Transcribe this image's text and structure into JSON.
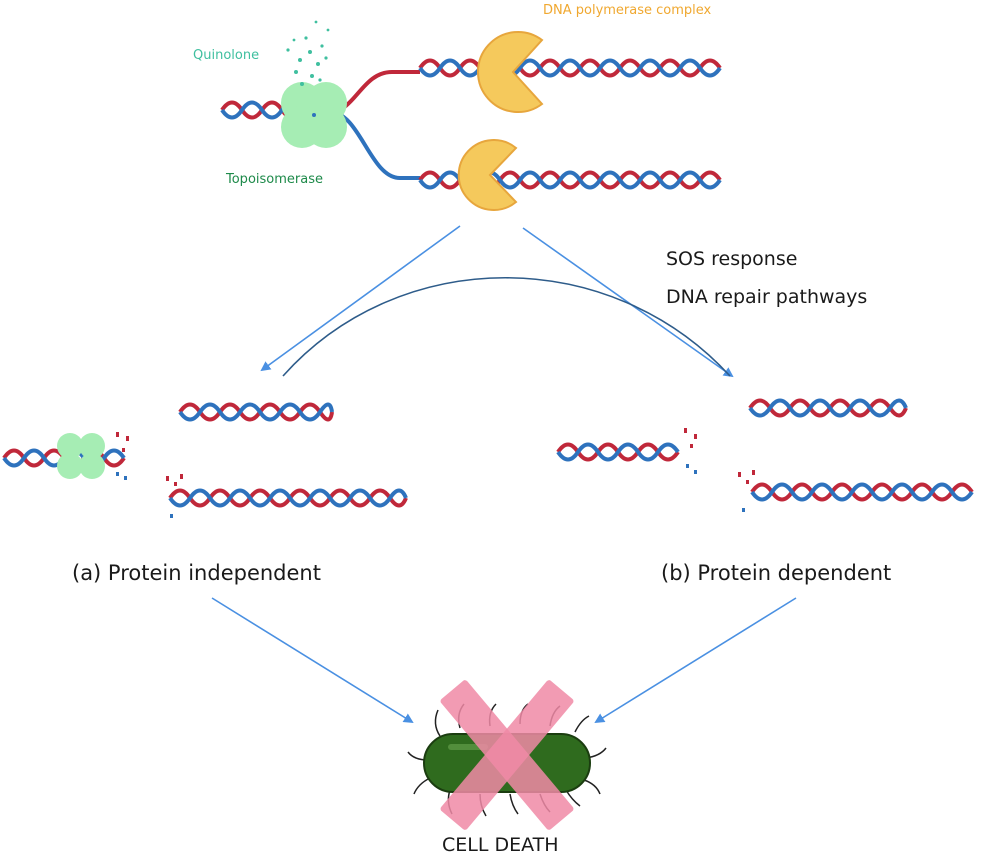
{
  "labels": {
    "quinolone": "Quinolone",
    "topoisomerase": "Topoisomerase",
    "polymerase": "DNA polymerase complex",
    "sos": "SOS response",
    "repair": "DNA repair pathways",
    "independent": "(a) Protein independent",
    "dependent": "(b) Protein dependent",
    "death": "CELL DEATH"
  },
  "colors": {
    "strand_red": "#c0283a",
    "strand_blue": "#2e72bd",
    "topo_green": "#a6edb4",
    "quinolone_teal": "#3fbf9f",
    "polymerase_yellow": "#f5c95c",
    "arrow_blue": "#4a90e2",
    "cell_green": "#2f6b1e",
    "cross_pink": "#f08aa6"
  }
}
